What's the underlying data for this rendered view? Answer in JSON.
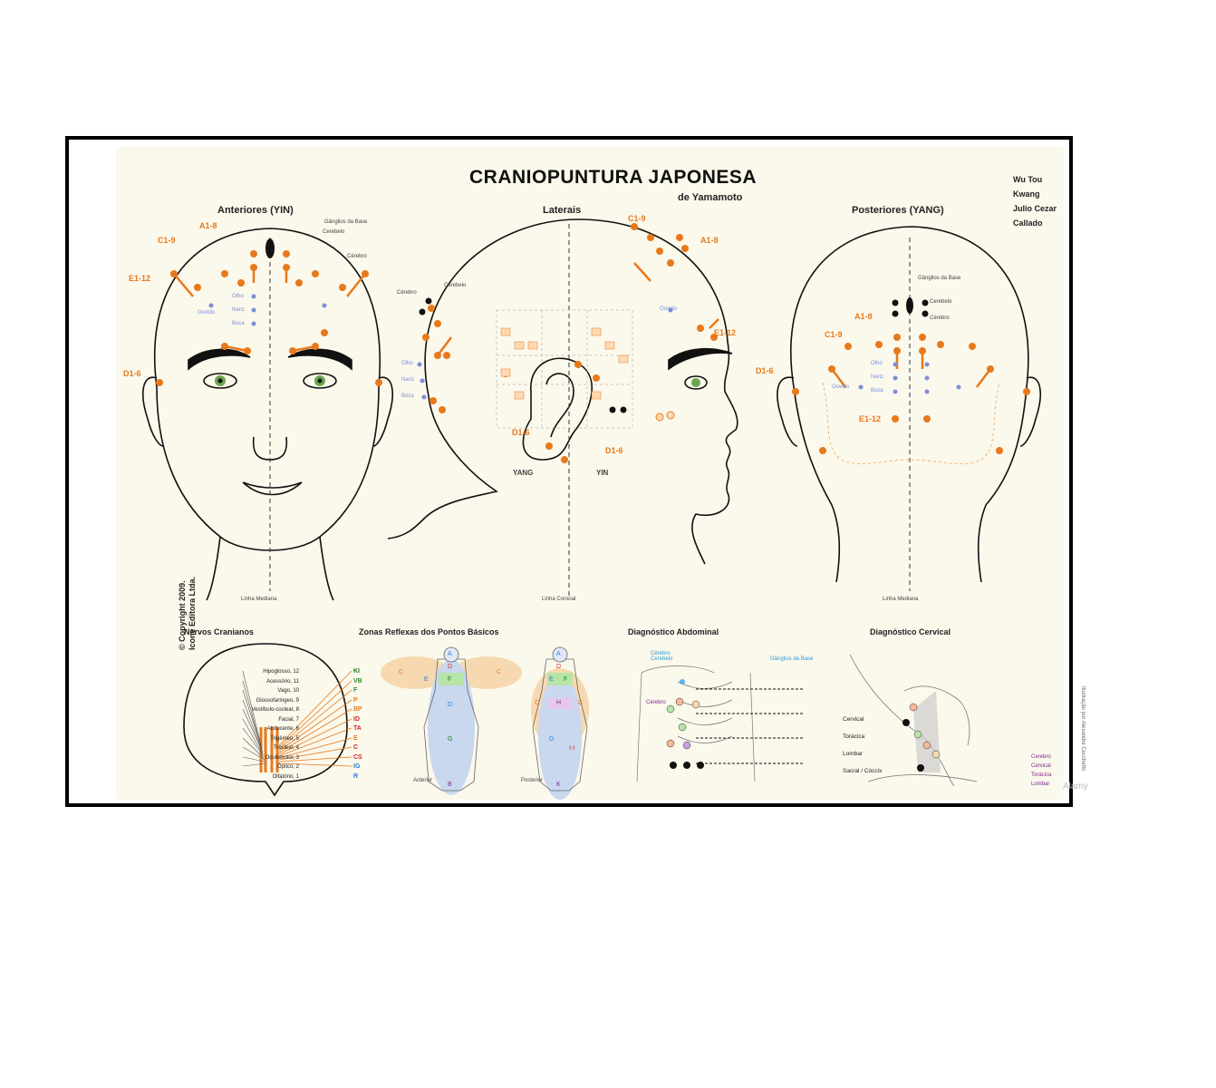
{
  "header": {
    "title": "CRANIOPUNTURA JAPONESA",
    "subtitle": "de Yamamoto",
    "authors": [
      "Wu Tou Kwang",
      "Julio Cezar Callado"
    ]
  },
  "copyright": [
    "© Copyright 2009.",
    "Icone Editora Ltda."
  ],
  "sections": {
    "anterior": "Anteriores (YIN)",
    "lateral": "Laterais",
    "posterior": "Posteriores (YANG)",
    "nerves": "Nervos Cranianos",
    "reflex": "Zonas Reflexas dos Pontos Básicos",
    "abdominal": "Diagnóstico Abdominal",
    "cervical": "Diagnóstico Cervical"
  },
  "anterior_labels": {
    "points": [
      "A1-8",
      "C1-9",
      "E1-12",
      "D1-6"
    ],
    "ganglia": "Gânglios da Base",
    "cerebelo": "Cerebelo",
    "cerebro": "Cérebro",
    "sensory": [
      "Olho",
      "Nariz",
      "Boca",
      "Ouvido"
    ],
    "midline": "Linha Mediana"
  },
  "lateral_labels": {
    "points": [
      "C1-9",
      "A1-8",
      "E1-12",
      "D1-6",
      "D1-6"
    ],
    "cerebro": "Cérebro",
    "cerebelo": "Cerebelo",
    "yang_label": "YANG",
    "yin_label": "YIN",
    "sensory": [
      "Olho",
      "Nariz",
      "Boca",
      "Ouvido"
    ],
    "coronal": "Linha Coronal"
  },
  "posterior_labels": {
    "points": [
      "A1-8",
      "C1-9",
      "E1-12",
      "D1-6"
    ],
    "ganglia": "Gânglios da Base",
    "cerebelo": "Cerebelo",
    "cerebro": "Cérebro",
    "sensory": [
      "Olho",
      "Nariz",
      "Boca",
      "Ouvido"
    ],
    "midline": "Linha Mediana"
  },
  "nerves": {
    "names": [
      "Hipoglosso, 12",
      "Acessório, 11",
      "Vago, 10",
      "Glossofaríngeo, 9",
      "Vestíbulo-coclear, 8",
      "Facial, 7",
      "Abducente, 6",
      "Trigêmeo, 5",
      "Troclear, 4",
      "Oculomotor, 3",
      "Óptico, 2",
      "Olfatório, 1"
    ],
    "codes": [
      "KI",
      "VB",
      "F",
      "P",
      "BP",
      "ID",
      "TA",
      "E",
      "C",
      "CS",
      "IG",
      "R"
    ]
  },
  "reflex": {
    "front_caption": "Anterior",
    "back_caption": "Posterior",
    "front_letters": [
      "A",
      "D",
      "C",
      "C",
      "E",
      "F",
      "G",
      "B",
      "D"
    ],
    "back_letters": [
      "A",
      "D",
      "E",
      "F",
      "H",
      "C",
      "C",
      "D",
      "I-I",
      "K"
    ]
  },
  "abdominal": {
    "labels": [
      "Cérebro Cerebelo",
      "Gânglios da Base",
      "Cérebro"
    ],
    "zones": [
      "Cervical",
      "Torácica",
      "Lombar",
      "Sacral / Cóccix"
    ]
  },
  "cervical": {
    "legend": [
      "Cerebro",
      "Cervical",
      "Torácica",
      "Lombar"
    ]
  },
  "credit": "Ilustração por Alexandre Cecchetto",
  "watermark": "Alamy"
}
